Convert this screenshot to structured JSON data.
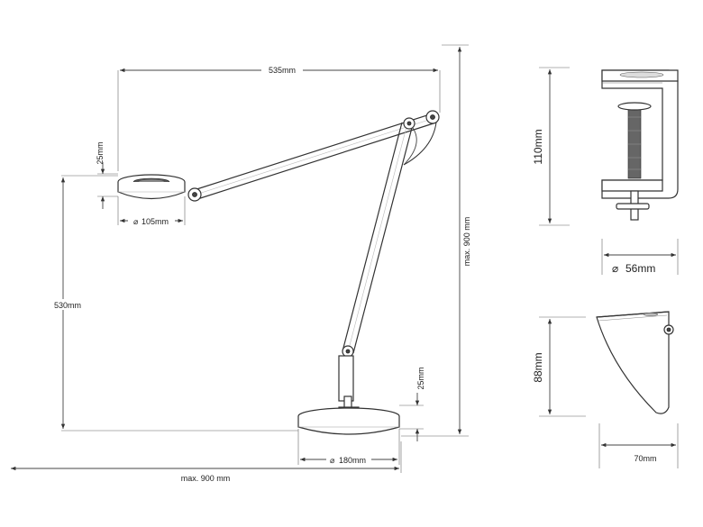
{
  "dimensions": {
    "arm_reach": "535mm",
    "head_height": "25mm",
    "head_diameter": "105mm",
    "head_to_base_height": "530mm",
    "max_height": "max. 900 mm",
    "max_width": "max. 900 mm",
    "base_height": "25mm",
    "base_diameter": "180mm",
    "clamp_height": "110mm",
    "clamp_diameter": "56mm",
    "wall_mount_height": "88mm",
    "wall_mount_width": "70mm"
  },
  "symbols": {
    "diameter": "⌀"
  }
}
